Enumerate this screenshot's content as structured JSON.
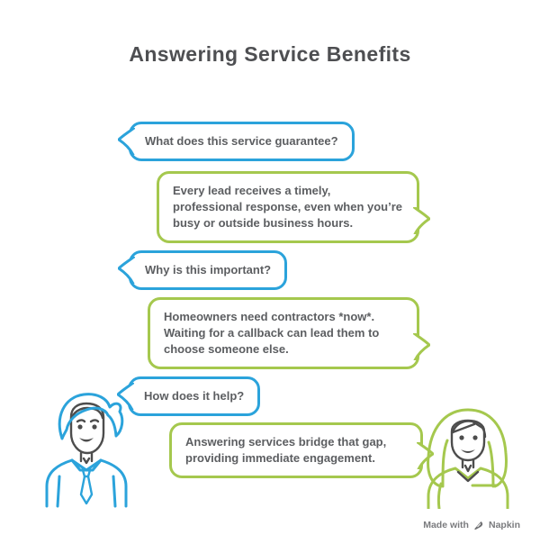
{
  "title": "Answering Service Benefits",
  "colors": {
    "blue_accent": "#2ba3db",
    "green_accent": "#a5c84e",
    "text_gray": "#5c5e61",
    "title_gray": "#4e4f52",
    "footer_gray": "#7a7b7e"
  },
  "conversation": [
    {
      "speaker": "left",
      "style": "blue",
      "text": "What does this service guarantee?"
    },
    {
      "speaker": "right",
      "style": "green",
      "text": "Every lead receives a timely, professional response, even when you’re busy or outside business hours."
    },
    {
      "speaker": "left",
      "style": "blue",
      "text": "Why is this important?"
    },
    {
      "speaker": "right",
      "style": "green",
      "text": "Homeowners need contractors *now*. Waiting for a callback can lead them to choose someone else."
    },
    {
      "speaker": "left",
      "style": "blue",
      "text": "How does it help?"
    },
    {
      "speaker": "right",
      "style": "green",
      "text": "Answering services bridge that gap, providing immediate engagement."
    }
  ],
  "avatars": {
    "left": "man-avatar-icon",
    "right": "woman-avatar-icon"
  },
  "footer": {
    "made_with": "Made with",
    "brand_icon": "pen-icon",
    "brand": "Napkin"
  }
}
